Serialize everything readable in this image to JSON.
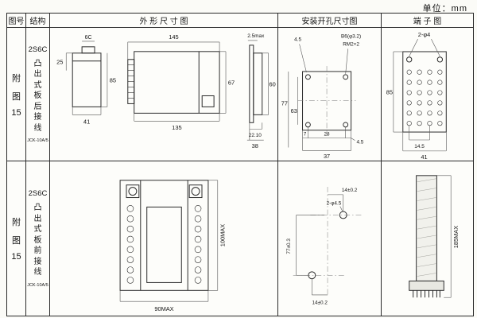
{
  "unit_label": "单位：mm",
  "headers": {
    "fig": "图号",
    "structure": "结构",
    "outline": "外 形 尺 寸 图",
    "install": "安装开孔尺寸图",
    "terminal": "端 子 图"
  },
  "rows": [
    {
      "fig_lines": [
        "附",
        "图",
        "15"
      ],
      "model": "2S6C",
      "structure": "凸出式板后接线",
      "type_code": "JCK-10A/5",
      "outline": {
        "small_top": "6C",
        "h25": "25",
        "h85": "85",
        "w41": "41",
        "w145": "145",
        "w135": "135",
        "h67": "67",
        "t25max": "2.5max",
        "h60": "60",
        "w2210": "22.10",
        "w38": "38"
      },
      "install": {
        "off45": "4.5",
        "hole": "B6(φ3.2)",
        "screw": "RM2×2",
        "h77": "77",
        "h63": "63",
        "w7": "7",
        "w28": "28",
        "off45b": "4.5",
        "w37": "37"
      },
      "terminal": {
        "holes": "2-φ4",
        "h85": "85",
        "w145": "14.5",
        "w41": "41"
      }
    },
    {
      "fig_lines": [
        "附",
        "图",
        "15"
      ],
      "model": "2S6C",
      "structure": "凸出式板前接线",
      "type_code": "JCK-10A/5",
      "outline": {
        "h100": "100MAX",
        "w90": "90MAX"
      },
      "install": {
        "t14": "14±0.2",
        "holes": "2-φ4.5",
        "h77": "77±0.3",
        "b14": "14±0.2"
      },
      "terminal": {
        "h185": "185MAX"
      }
    }
  ]
}
